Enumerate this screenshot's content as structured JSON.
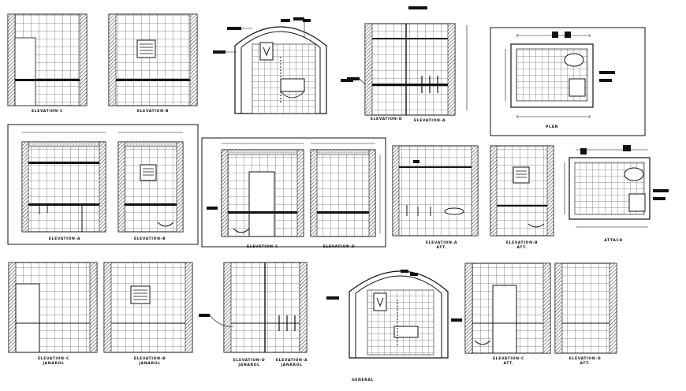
{
  "captions": {
    "e1": "ELEVATION-C",
    "e2": "ELEVATION-B",
    "e3": "ELEVATION-D",
    "e4": "ELEVATION-A",
    "plan_top": "PLAN",
    "e5": "ELEVATION-A",
    "e6": "ELEVATION-B",
    "e7": "ELEVATION-C",
    "e8": "ELEVATION-D",
    "e9": "ELEVATION-A",
    "e9_sub": "ATT.",
    "e10": "ELEVATION-B",
    "e10_sub": "ATT.",
    "plan_attach": "ATTACH",
    "e11": "ELEVATION-C",
    "e11_sub": "JANAROL",
    "e12": "ELEVATION-B",
    "e12_sub": "JANAROL",
    "e13": "ELEVATION-D",
    "e13_sub": "JANAROL",
    "e14": "ELEVATION-A",
    "e14_sub": "JANAROL",
    "plan_general": "GENERAL",
    "e15": "ELEVATION-C",
    "e15_sub": "ATT.",
    "e16": "ELEVATION-D",
    "e16_sub": "ATT."
  },
  "colors": {
    "ink": "#111111",
    "paper": "#ffffff"
  }
}
